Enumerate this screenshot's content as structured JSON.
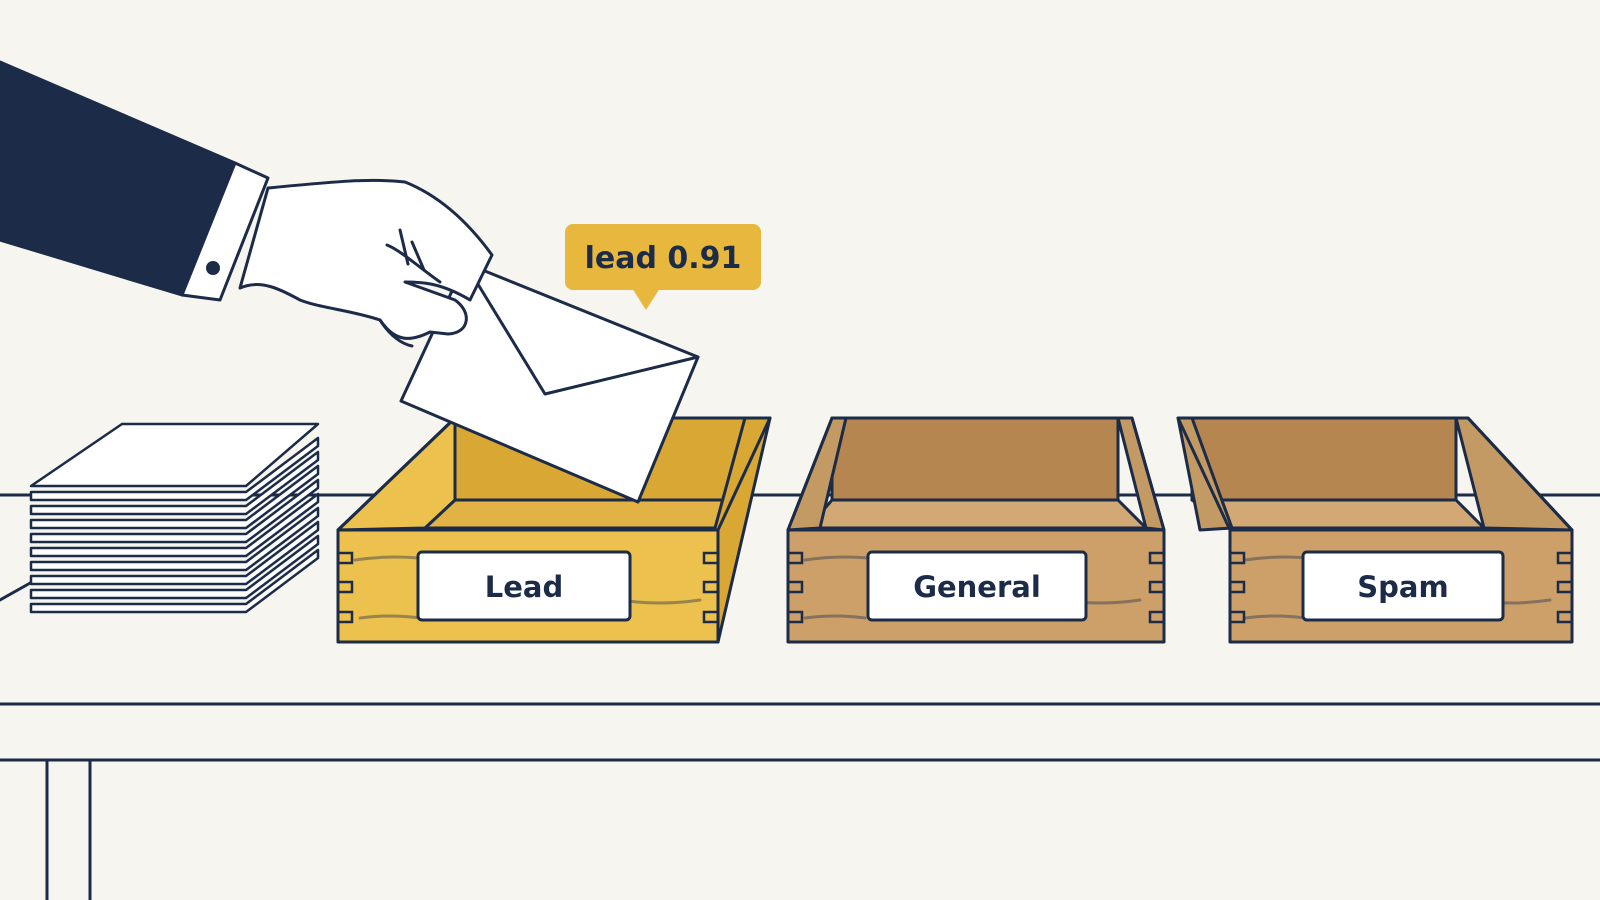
{
  "colors": {
    "background": "#F6F5EF",
    "ink": "#1B2B48",
    "highlight": "#E8B73D",
    "wood": "#CDA06A",
    "paper": "#FFFFFF"
  },
  "hand": {
    "icon": "hand-holding-envelope-icon",
    "sleeve_icon": "suit-sleeve-icon"
  },
  "stack": {
    "icon": "paper-stack-icon"
  },
  "badge": {
    "text": "lead 0.91",
    "color": "#E8B73D"
  },
  "trays": [
    {
      "label": "Lead",
      "color": "#E8B73D",
      "selected": true
    },
    {
      "label": "General",
      "color": "#CDA06A",
      "selected": false
    },
    {
      "label": "Spam",
      "color": "#CDA06A",
      "selected": false
    }
  ]
}
